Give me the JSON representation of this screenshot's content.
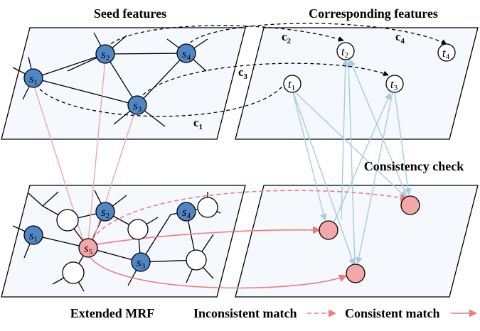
{
  "labels": {
    "seed_features": "Seed features",
    "corresponding_features": "Corresponding features",
    "consistency_check": "Consistency check",
    "extended_mrf": "Extended MRF",
    "inconsistent_match": "Inconsistent match",
    "consistent_match": "Consistent match"
  },
  "nodes": {
    "s1": {
      "base": "s",
      "sub": "1"
    },
    "s2": {
      "base": "s",
      "sub": "2"
    },
    "s3": {
      "base": "s",
      "sub": "3"
    },
    "s4": {
      "base": "s",
      "sub": "4"
    },
    "s5": {
      "base": "s",
      "sub": "5"
    },
    "t1": {
      "base": "t",
      "sub": "1"
    },
    "t2": {
      "base": "t",
      "sub": "2"
    },
    "t3": {
      "base": "t",
      "sub": "3"
    },
    "t4": {
      "base": "t",
      "sub": "4"
    }
  },
  "constraints": {
    "c1": {
      "base": "c",
      "sub": "1"
    },
    "c2": {
      "base": "c",
      "sub": "2"
    },
    "c3": {
      "base": "c",
      "sub": "3"
    },
    "c4": {
      "base": "c",
      "sub": "4"
    }
  },
  "colors": {
    "seed_node": "#4f86c6",
    "extended_node": "#f4a7a7",
    "plane_fill": "#f5f8fc",
    "consistent_edge": "#ef7c7c",
    "inconsistent_edge": "#ef7c7c",
    "correspondence_edge": "#a6cbe3",
    "seed_link": "#f2a5a5"
  }
}
